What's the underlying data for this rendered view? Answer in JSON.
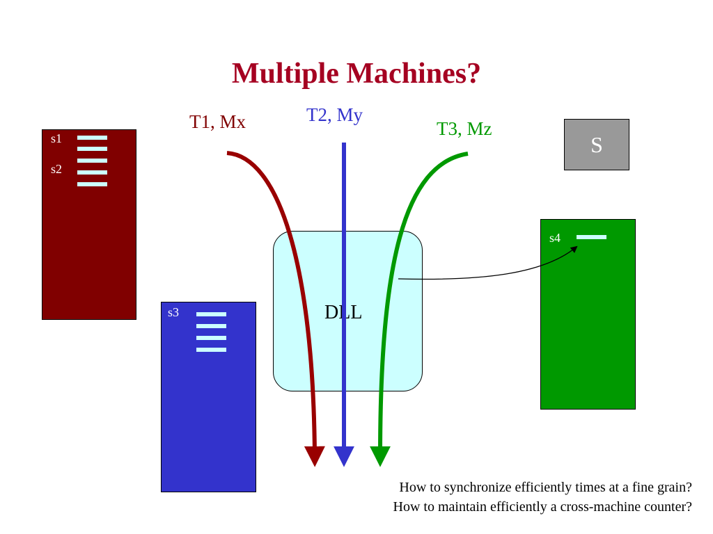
{
  "title": "Multiple Machines?",
  "threads": [
    {
      "label": "T1, Mx",
      "color": "#800000"
    },
    {
      "label": "T2, My",
      "color": "#3333cc"
    },
    {
      "label": "T3, Mz",
      "color": "#009900"
    }
  ],
  "machines": [
    {
      "color": "#800000",
      "slots": [
        "s1",
        "s2"
      ]
    },
    {
      "color": "#3333cc",
      "slots": [
        "s3"
      ]
    },
    {
      "color": "#009900",
      "slots": [
        "s4"
      ]
    }
  ],
  "dll": {
    "label": "DLL"
  },
  "sync_box": {
    "label": "S"
  },
  "questions": [
    "How to synchronize efficiently times at a fine grain?",
    "How to maintain efficiently a cross-machine counter?"
  ]
}
